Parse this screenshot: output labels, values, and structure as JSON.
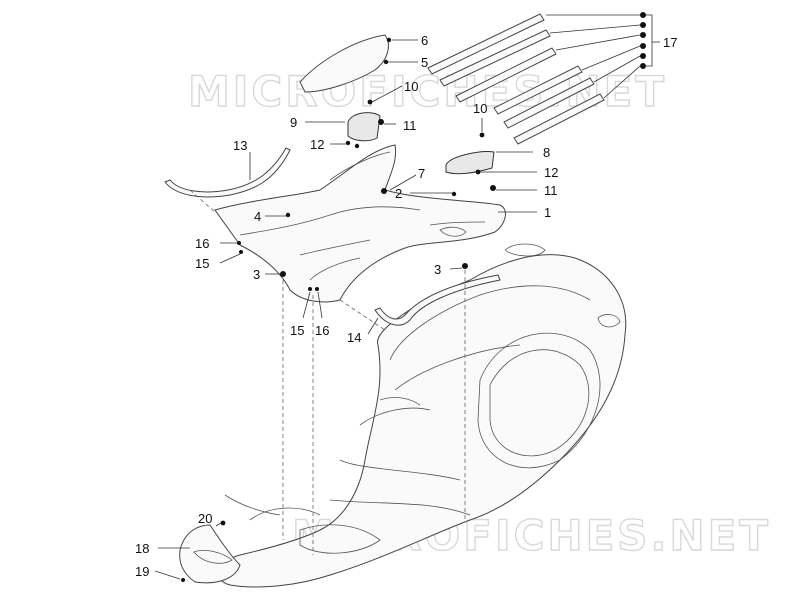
{
  "watermark": {
    "text_top": "MICROFICHES.NET",
    "text_bottom": "MICROFICHES.NET"
  },
  "callouts": [
    {
      "id": "c6",
      "label": "6"
    },
    {
      "id": "c5",
      "label": "5"
    },
    {
      "id": "c10a",
      "label": "10"
    },
    {
      "id": "c9",
      "label": "9"
    },
    {
      "id": "c11a",
      "label": "11"
    },
    {
      "id": "c12a",
      "label": "12"
    },
    {
      "id": "c13",
      "label": "13"
    },
    {
      "id": "c7",
      "label": "7"
    },
    {
      "id": "c2",
      "label": "2"
    },
    {
      "id": "c4",
      "label": "4"
    },
    {
      "id": "c16a",
      "label": "16"
    },
    {
      "id": "c15a",
      "label": "15"
    },
    {
      "id": "c3a",
      "label": "3"
    },
    {
      "id": "c10b",
      "label": "10"
    },
    {
      "id": "c8",
      "label": "8"
    },
    {
      "id": "c12b",
      "label": "12"
    },
    {
      "id": "c11b",
      "label": "11"
    },
    {
      "id": "c1",
      "label": "1"
    },
    {
      "id": "c3b",
      "label": "3"
    },
    {
      "id": "c15b",
      "label": "15"
    },
    {
      "id": "c16b",
      "label": "16"
    },
    {
      "id": "c14",
      "label": "14"
    },
    {
      "id": "c17",
      "label": "17"
    },
    {
      "id": "c20",
      "label": "20"
    },
    {
      "id": "c18",
      "label": "18"
    },
    {
      "id": "c19",
      "label": "19"
    }
  ]
}
